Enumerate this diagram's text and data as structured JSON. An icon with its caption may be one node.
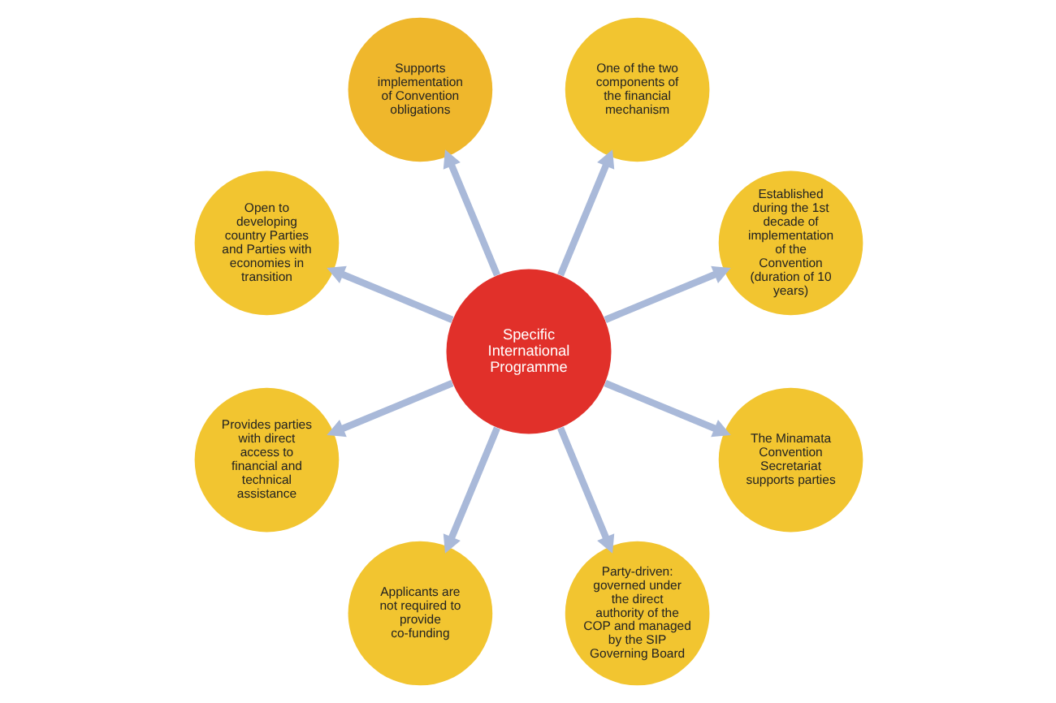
{
  "diagram": {
    "nodes": [
      {
        "text": [
          "Specific International Programme"
        ]
      },
      {
        "text": [
          "Established during the 1st decade of implementation of the Convention (duration of 10 years)"
        ]
      },
      {
        "text": [
          "One of the two components of the financial mechanism"
        ]
      },
      {
        "text": [
          "Supports implementation of Convention obligations"
        ]
      },
      {
        "text": [
          "Open to developing country Parties and Parties with economies in transition"
        ]
      },
      {
        "text": [
          "Provides parties with direct access to financial and technical assistance"
        ]
      },
      {
        "text": [
          "Applicants are not required to provide co-funding"
        ]
      },
      {
        "text": [
          "Party-driven: governed under the direct authority of the COP and managed by the SIP Governing Board"
        ]
      },
      {
        "text": [
          "The Minamata Convention Secretariat supports parties"
        ]
      }
    ],
    "edges": [
      {
        "from": 0,
        "to": 1,
        "arrow": "to"
      },
      {
        "from": 0,
        "to": 2,
        "arrow": "to"
      },
      {
        "from": 0,
        "to": 3,
        "arrow": "to"
      },
      {
        "from": 0,
        "to": 4,
        "arrow": "to"
      },
      {
        "from": 0,
        "to": 5,
        "arrow": "to"
      },
      {
        "from": 0,
        "to": 6,
        "arrow": "to"
      },
      {
        "from": 0,
        "to": 7,
        "arrow": "to"
      },
      {
        "from": 0,
        "to": 8,
        "arrow": "to"
      }
    ]
  }
}
